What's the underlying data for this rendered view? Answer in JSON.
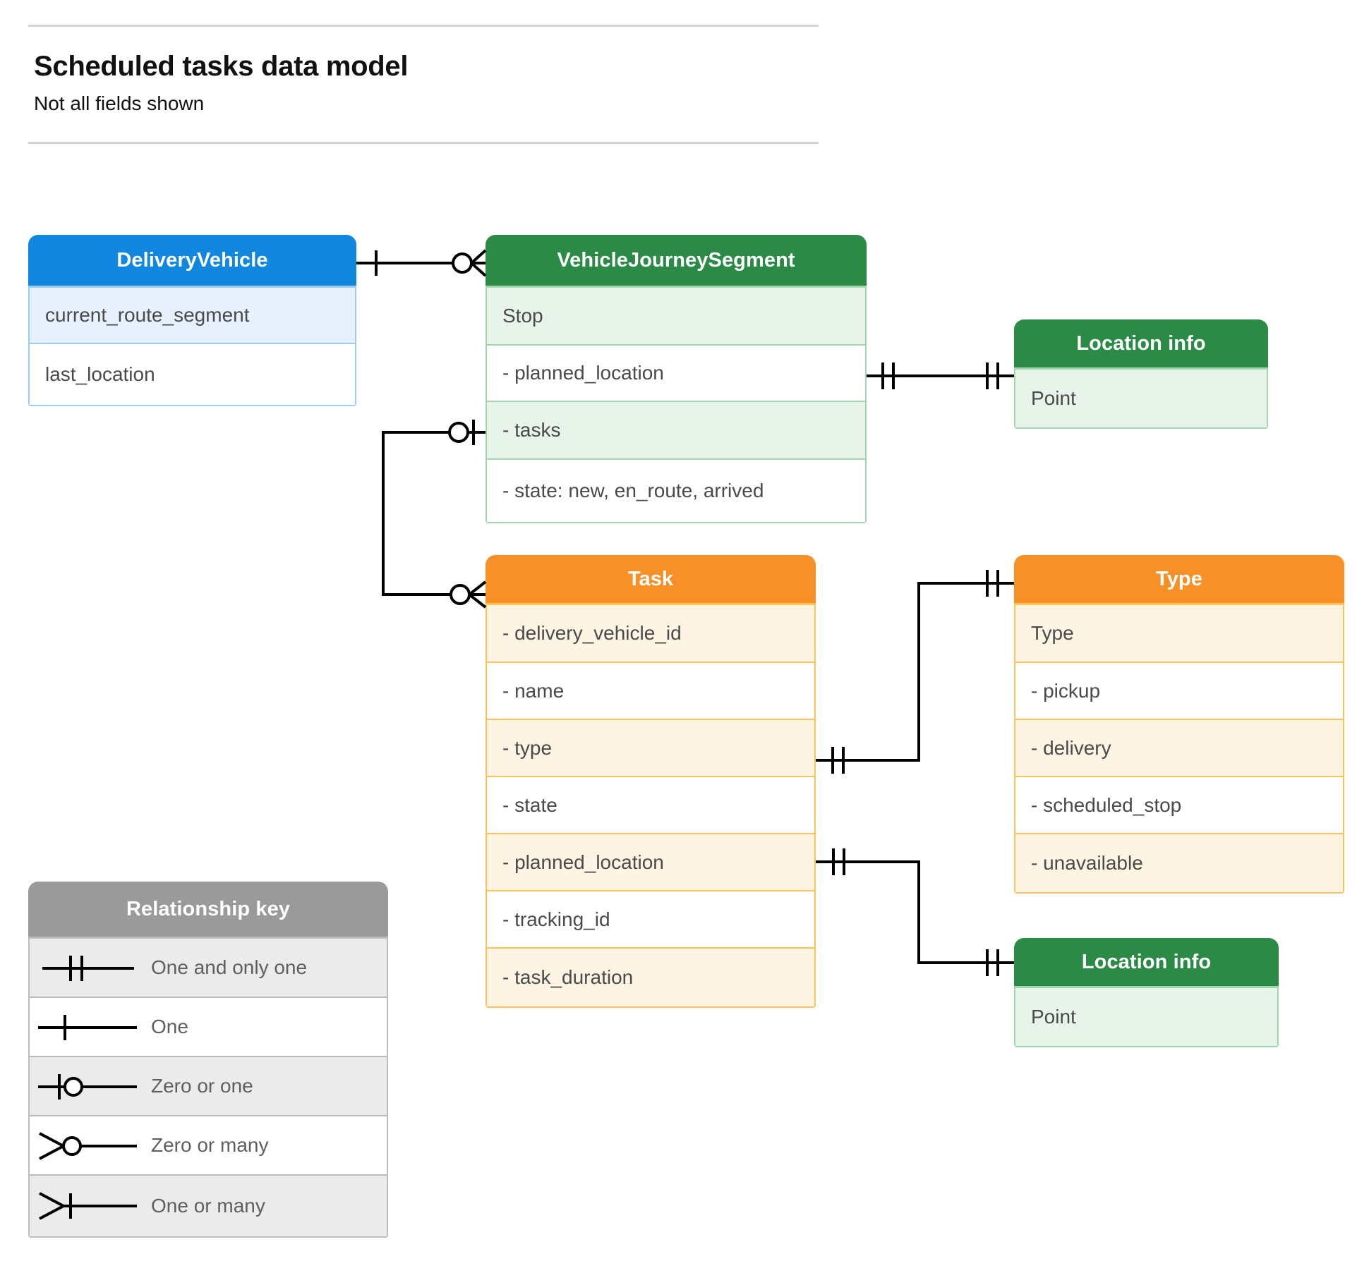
{
  "header": {
    "title": "Scheduled tasks data model",
    "subtitle": "Not all fields shown"
  },
  "colors": {
    "blue_header": "#1287e0",
    "blue_row": "#e7f1fd",
    "blue_border": "#9ecbf5",
    "green_header": "#2b8a46",
    "green_row": "#e8f3ea",
    "green_border": "#a3d6b0",
    "orange_header": "#f79127",
    "orange_row": "#fef4e3",
    "orange_border": "#fbc35a",
    "grey_header": "#9a9a9a",
    "grey_row": "#ebebeb",
    "line": "#000000"
  },
  "entities": {
    "delivery_vehicle": {
      "title": "DeliveryVehicle",
      "rows": [
        "current_route_segment",
        "last_location"
      ]
    },
    "vehicle_journey_segment": {
      "title": "VehicleJourneySegment",
      "rows": [
        "Stop",
        "-  planned_location",
        "- tasks",
        "- state: new, en_route, arrived"
      ]
    },
    "location_info_top": {
      "title": "Location info",
      "rows": [
        "Point"
      ]
    },
    "task": {
      "title": "Task",
      "rows": [
        "- delivery_vehicle_id",
        "- name",
        "- type",
        "- state",
        "- planned_location",
        "- tracking_id",
        "- task_duration"
      ]
    },
    "type": {
      "title": "Type",
      "rows": [
        "Type",
        "-   pickup",
        "-   delivery",
        "-   scheduled_stop",
        "-   unavailable"
      ]
    },
    "location_info_bottom": {
      "title": "Location info",
      "rows": [
        "Point"
      ]
    }
  },
  "legend": {
    "title": "Relationship key",
    "items": [
      {
        "symbol": "one-and-only-one",
        "label": "One and only one"
      },
      {
        "symbol": "one",
        "label": "One"
      },
      {
        "symbol": "zero-or-one",
        "label": "Zero or one"
      },
      {
        "symbol": "zero-or-many",
        "label": "Zero or many"
      },
      {
        "symbol": "one-or-many",
        "label": "One or many"
      }
    ]
  },
  "relationships": [
    {
      "name": "deliveryvehicle-to-vehiclejourneysegment",
      "from": "DeliveryVehicle",
      "from_cardinality": "one",
      "to": "VehicleJourneySegment",
      "to_cardinality": "zero or many"
    },
    {
      "name": "vehiclejourneysegment-plannedlocation-to-locationinfo",
      "from": "VehicleJourneySegment.planned_location",
      "from_cardinality": "one and only one",
      "to": "Location info",
      "to_cardinality": "one and only one"
    },
    {
      "name": "vehiclejourneysegment-tasks-to-task",
      "from": "VehicleJourneySegment.tasks",
      "from_cardinality": "zero or one",
      "to": "Task",
      "to_cardinality": "zero or many"
    },
    {
      "name": "task-type-to-type",
      "from": "Task.type",
      "from_cardinality": "one and only one",
      "to": "Type",
      "to_cardinality": "one and only one"
    },
    {
      "name": "task-plannedlocation-to-locationinfo",
      "from": "Task.planned_location",
      "from_cardinality": "one and only one",
      "to": "Location info",
      "to_cardinality": "one and only one"
    }
  ]
}
